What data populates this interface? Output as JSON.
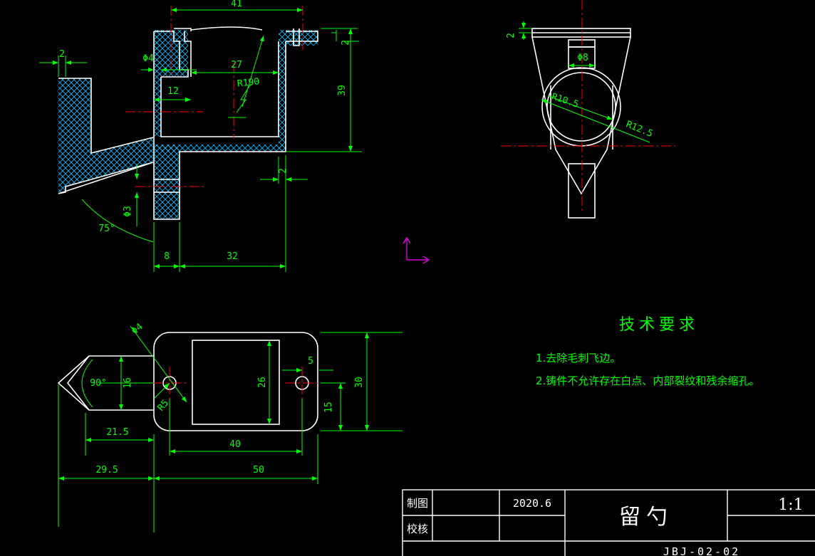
{
  "dimensions": {
    "top_width": "41",
    "hole_dia": "Φ4",
    "inner_width": "27",
    "radius": "R190",
    "wall": "2",
    "lip": "2",
    "left_wall": "12",
    "height": "39",
    "bottom_wall": "2",
    "pin_dia": "Φ3",
    "angle": "75°",
    "base_left": "8",
    "base_right": "32",
    "side_top": "2",
    "side_dia": "Φ8",
    "side_r1": "R10.5",
    "side_r2": "R12.5",
    "plan_hole": "Φ4",
    "plan_angle": "90°",
    "plan_16": "16",
    "plan_r5": "R5",
    "plan_215": "21.5",
    "plan_295": "29.5",
    "plan_40": "40",
    "plan_50": "50",
    "plan_26": "26",
    "plan_5": "5",
    "plan_15": "15",
    "plan_30": "30"
  },
  "notes": {
    "title": "技术要求",
    "item1": "1.去除毛刺飞边。",
    "item2": "2.铸件不允许存在白点、内部裂纹和残余缩孔。"
  },
  "title_block": {
    "drawn_label": "制图",
    "check_label": "校核",
    "date": "2020.6",
    "part_name": "留勺",
    "scale": "1:1",
    "drawing_no": "JBJ-02-02"
  },
  "colors": {
    "outline": "#ffffff",
    "dimension": "#00ff00",
    "centerline": "#ff0000",
    "hatch": "#00bfff",
    "ucs": "#ff00ff"
  }
}
